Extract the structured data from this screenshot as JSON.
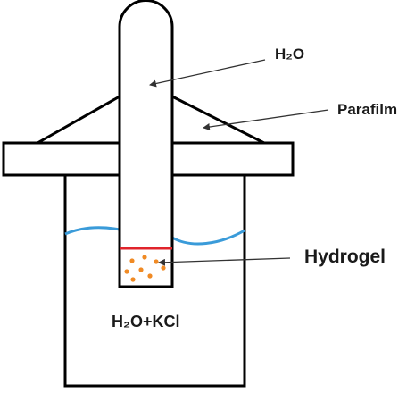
{
  "labels": {
    "tube_content": "H₂O",
    "parafilm": "Parafilm",
    "hydrogel": "Hydrogel",
    "beaker_content": "H₂O+KCl"
  },
  "colors": {
    "outline": "#000000",
    "water_line": "#3a9bd9",
    "membrane_line": "#e0242b",
    "hydrogel_dots": "#f08a24",
    "arrow": "#333333"
  }
}
